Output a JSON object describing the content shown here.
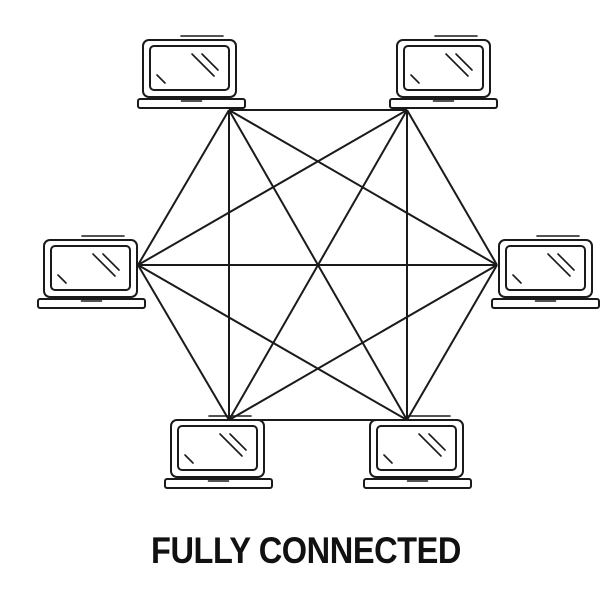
{
  "title": "FULLY CONNECTED",
  "colors": {
    "line": "#1a1a1a",
    "background": "#ffffff"
  },
  "nodes": [
    {
      "id": "top-left",
      "icon": "laptop-icon"
    },
    {
      "id": "top-right",
      "icon": "laptop-icon"
    },
    {
      "id": "middle-left",
      "icon": "laptop-icon"
    },
    {
      "id": "middle-right",
      "icon": "laptop-icon"
    },
    {
      "id": "bottom-left",
      "icon": "laptop-icon"
    },
    {
      "id": "bottom-right",
      "icon": "laptop-icon"
    }
  ],
  "topology": "full-mesh"
}
